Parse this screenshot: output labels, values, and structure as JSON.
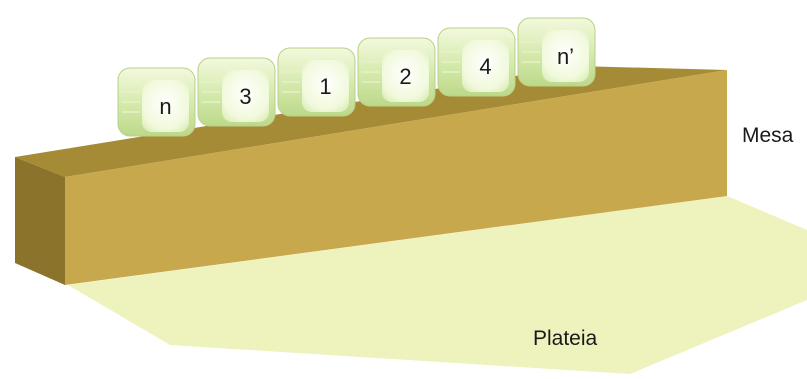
{
  "labels": {
    "table": "Mesa",
    "audience": "Plateia"
  },
  "boxes": [
    "n",
    "3",
    "1",
    "2",
    "4",
    "n’"
  ],
  "colors": {
    "background": "#ffffff",
    "audience_floor": "#eef2bd",
    "table_top": "#a68b36",
    "table_front": "#c8a84c",
    "table_side": "#8c732b",
    "box_light": "#ecf6d0",
    "box_mid": "#c9e3a0",
    "box_face": "#f5fbe6",
    "box_edge": "#b9d08a",
    "text": "#1a1a1a"
  }
}
